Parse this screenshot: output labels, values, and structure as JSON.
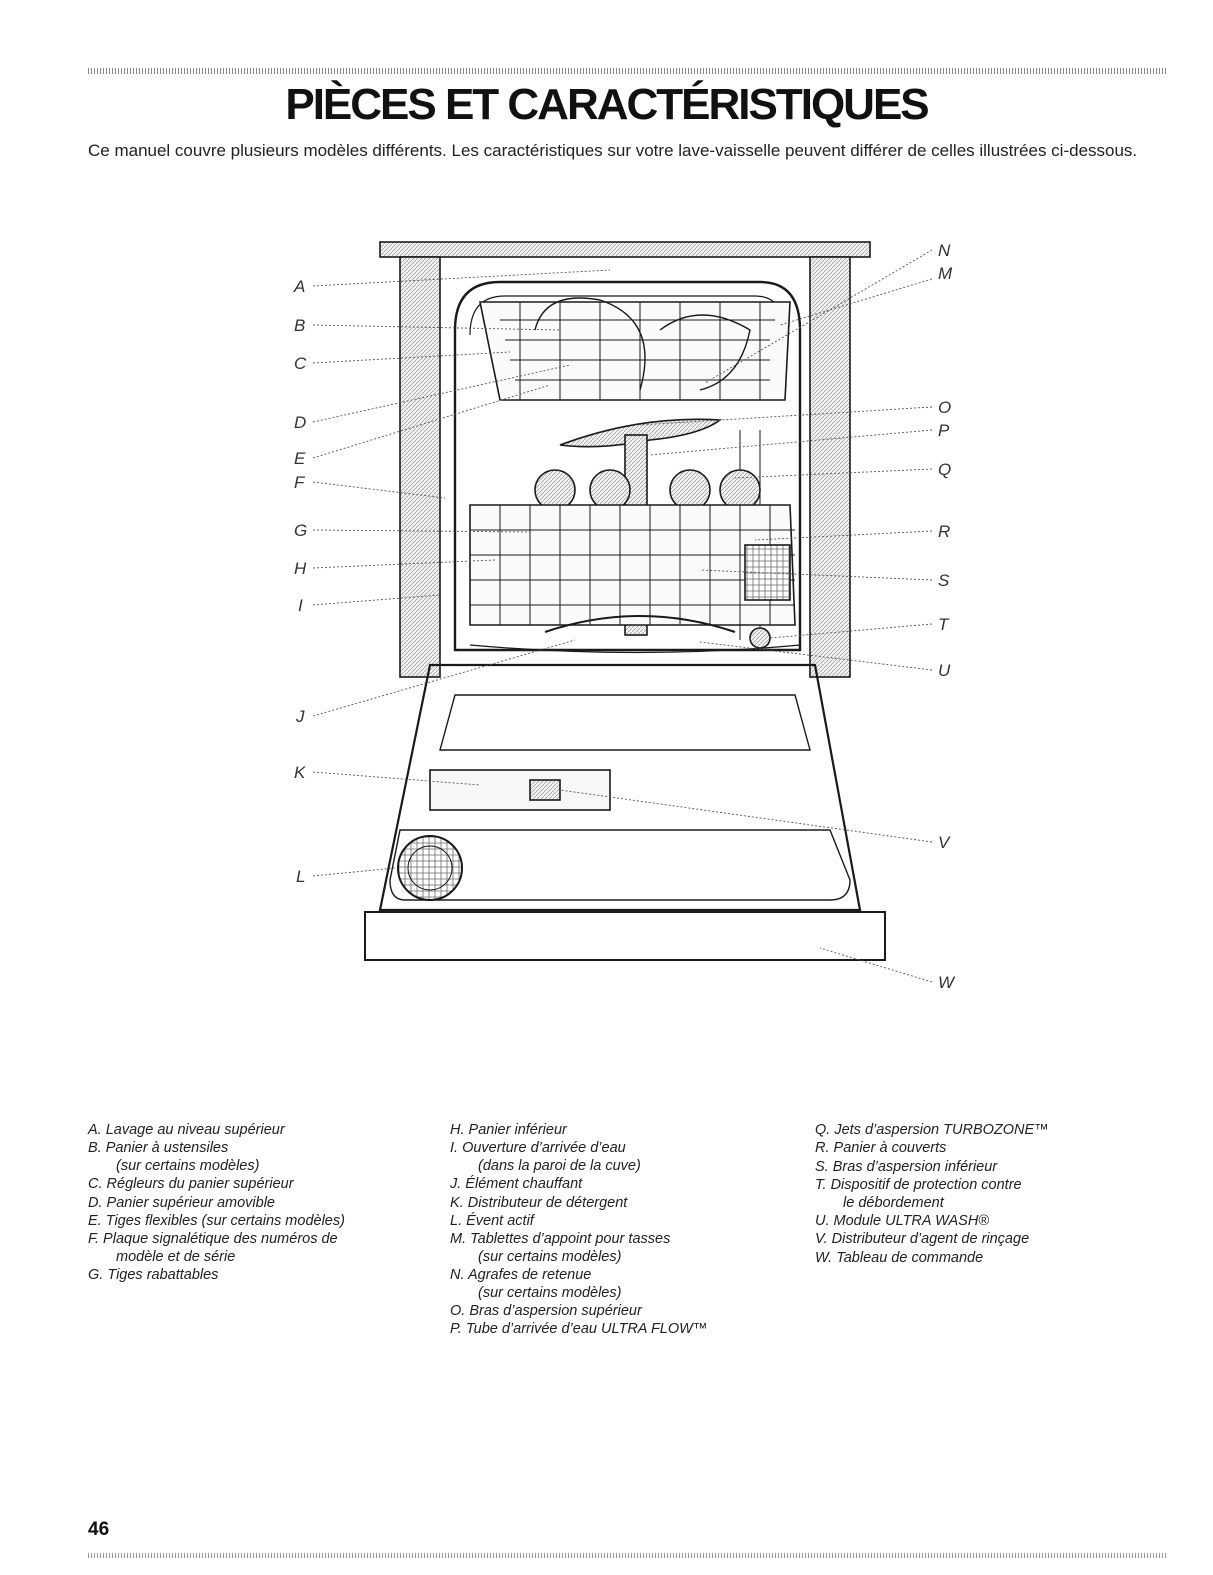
{
  "header": {
    "title": "PIÈCES ET CARACTÉRISTIQUES",
    "intro": "Ce manuel couvre plusieurs modèles différents. Les caractéristiques sur votre lave-vaisselle peuvent différer de celles illustrées ci-dessous."
  },
  "diagram": {
    "callouts": [
      "A",
      "B",
      "C",
      "D",
      "E",
      "F",
      "G",
      "H",
      "I",
      "J",
      "K",
      "L",
      "M",
      "N",
      "O",
      "P",
      "Q",
      "R",
      "S",
      "T",
      "U",
      "V",
      "W"
    ]
  },
  "legend": {
    "col1": [
      {
        "text": "A. Lavage au niveau supérieur"
      },
      {
        "text": "B. Panier à ustensiles",
        "sub": "(sur certains modèles)"
      },
      {
        "text": "C. Régleurs du panier supérieur"
      },
      {
        "text": "D. Panier supérieur amovible"
      },
      {
        "text": "E. Tiges flexibles (sur certains modèles)"
      },
      {
        "text": "F. Plaque signalétique des numéros de",
        "sub": "modèle et de série"
      },
      {
        "text": "G. Tiges rabattables"
      }
    ],
    "col2": [
      {
        "text": "H. Panier inférieur"
      },
      {
        "text": "I. Ouverture d’arrivée d’eau",
        "sub": "(dans la paroi de la cuve)"
      },
      {
        "text": "J. Élément chauffant"
      },
      {
        "text": "K. Distributeur de détergent"
      },
      {
        "text": "L. Évent actif"
      },
      {
        "text": "M. Tablettes d’appoint pour tasses",
        "sub": "(sur certains modèles)"
      },
      {
        "text": "N. Agrafes de retenue",
        "sub": "(sur certains modèles)"
      },
      {
        "text": "O. Bras d’aspersion supérieur"
      },
      {
        "text": "P. Tube d’arrivée d’eau ULTRA FLOW™"
      }
    ],
    "col3": [
      {
        "text": "Q. Jets d’aspersion TURBOZONE™"
      },
      {
        "text": "R. Panier à couverts"
      },
      {
        "text": "S. Bras d’aspersion inférieur"
      },
      {
        "text": "T. Dispositif de protection contre",
        "sub": "le débordement"
      },
      {
        "text": "U. Module ULTRA WASH®"
      },
      {
        "text": "V. Distributeur d’agent de rinçage"
      },
      {
        "text": "W. Tableau de commande"
      }
    ]
  },
  "footer": {
    "page_number": "46"
  }
}
